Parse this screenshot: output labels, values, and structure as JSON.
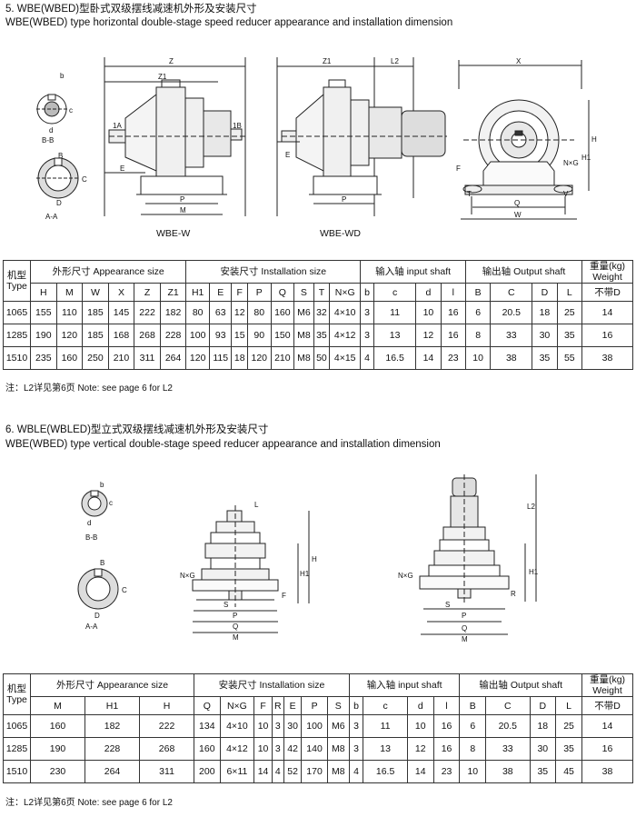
{
  "section5": {
    "title_cn": "5. WBE(WBED)型卧式双级摆线减速机外形及安装尺寸",
    "title_en": "WBE(WBED) type horizontal double-stage speed reducer appearance and installation dimension",
    "fig_labels": {
      "left": "WBE-W",
      "right": "WBE-WD"
    },
    "small_labels": {
      "bb": "B-B",
      "aa": "A-A"
    },
    "table": {
      "type_header_cn": "机型",
      "type_header_en": "Type",
      "groups": [
        {
          "label": "外形尺寸  Appearance size"
        },
        {
          "label": "安装尺寸  Installation size"
        },
        {
          "label": "输入轴  input shaft"
        },
        {
          "label": "输出轴  Output shaft"
        }
      ],
      "weight_header": "重量(kg) Weight",
      "cols": [
        "H",
        "M",
        "W",
        "X",
        "Z",
        "Z1",
        "H1",
        "E",
        "F",
        "P",
        "Q",
        "S",
        "T",
        "N×G",
        "b",
        "c",
        "d",
        "l",
        "B",
        "C",
        "D",
        "L",
        "不带D"
      ],
      "rows": [
        [
          "1065",
          "155",
          "110",
          "185",
          "145",
          "222",
          "182",
          "80",
          "63",
          "12",
          "80",
          "160",
          "M6",
          "32",
          "4×10",
          "3",
          "11",
          "10",
          "16",
          "6",
          "20.5",
          "18",
          "25",
          "14"
        ],
        [
          "1285",
          "190",
          "120",
          "185",
          "168",
          "268",
          "228",
          "100",
          "93",
          "15",
          "90",
          "150",
          "M8",
          "35",
          "4×12",
          "3",
          "13",
          "12",
          "16",
          "8",
          "33",
          "30",
          "35",
          "16"
        ],
        [
          "1510",
          "235",
          "160",
          "250",
          "210",
          "311",
          "264",
          "120",
          "115",
          "18",
          "120",
          "210",
          "M8",
          "50",
          "4×15",
          "4",
          "16.5",
          "14",
          "23",
          "10",
          "38",
          "35",
          "55",
          "38"
        ]
      ]
    },
    "note": "注：L2详见第6页   Note: see page 6 for L2"
  },
  "section6": {
    "title_cn": "6. WBLE(WBLED)型立式双级摆线减速机外形及安装尺寸",
    "title_en": "WBE(WBED) type vertical double-stage speed reducer appearance and installation dimension",
    "small_labels": {
      "bb": "B-B",
      "aa": "A-A"
    },
    "table": {
      "type_header_cn": "机型",
      "type_header_en": "Type",
      "groups": [
        {
          "label": "外形尺寸 Appearance size"
        },
        {
          "label": "安装尺寸  Installation size"
        },
        {
          "label": "输入轴  input shaft"
        },
        {
          "label": "输出轴  Output shaft"
        }
      ],
      "weight_header": "重量(kg) Weight",
      "cols": [
        "M",
        "H1",
        "H",
        "Q",
        "N×G",
        "F",
        "R",
        "E",
        "P",
        "S",
        "b",
        "c",
        "d",
        "l",
        "B",
        "C",
        "D",
        "L",
        "不带D"
      ],
      "rows": [
        [
          "1065",
          "160",
          "182",
          "222",
          "134",
          "4×10",
          "10",
          "3",
          "30",
          "100",
          "M6",
          "3",
          "11",
          "10",
          "16",
          "6",
          "20.5",
          "18",
          "25",
          "14"
        ],
        [
          "1285",
          "190",
          "228",
          "268",
          "160",
          "4×12",
          "10",
          "3",
          "42",
          "140",
          "M8",
          "3",
          "13",
          "12",
          "16",
          "8",
          "33",
          "30",
          "35",
          "16"
        ],
        [
          "1510",
          "230",
          "264",
          "311",
          "200",
          "6×11",
          "14",
          "4",
          "52",
          "170",
          "M8",
          "4",
          "16.5",
          "14",
          "23",
          "10",
          "38",
          "35",
          "45",
          "38"
        ]
      ]
    },
    "note": "注：L2详见第6页   Note: see page 6 for L2"
  },
  "dims": {
    "z": "Z",
    "z1": "Z1",
    "x": "X",
    "h": "H",
    "h1": "H1",
    "l2": "L2",
    "e": "E",
    "p": "P",
    "m": "M",
    "q": "Q",
    "w": "W",
    "t": "T",
    "f": "F",
    "s": "S",
    "r": "R",
    "v": "V",
    "b": "b",
    "c": "c",
    "d": "d",
    "bb": "B",
    "cc": "C",
    "dd": "D",
    "nxg": "N×G",
    "l": "L",
    "a1": "1A",
    "b1": "1B"
  }
}
